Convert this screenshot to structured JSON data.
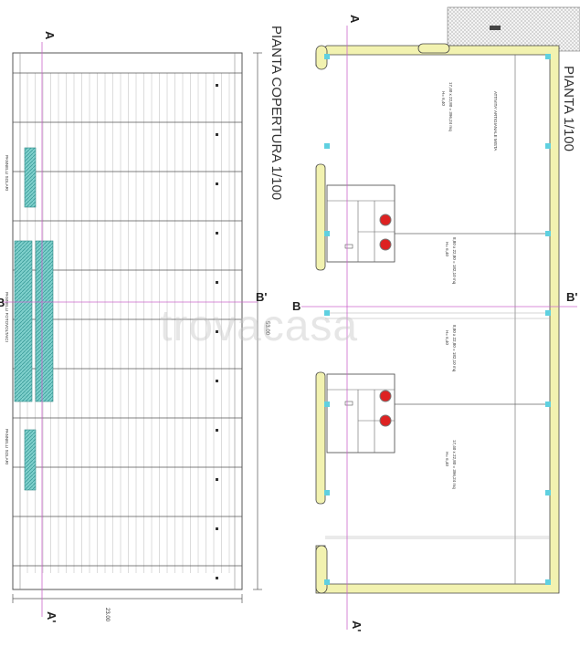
{
  "titles": {
    "roof": "PIANTA COPERTURA  1/100",
    "plan": "PIANTA 1/100"
  },
  "sections": {
    "a_top_left": "A",
    "a_bottom_left": "A'",
    "a_top_right": "A",
    "a_bottom_right": "A'",
    "b_left_roof": "B",
    "b_right_roof": "B'",
    "b_left_plan": "B",
    "b_right_plan": "B'"
  },
  "roof_labels": {
    "solar_top": "PANNELLI SOLARI",
    "photovoltaic": "PANNELLI FOTOVOLTAICI",
    "solar_bottom": "PANNELLI SOLARI",
    "dim_length": "53.00",
    "dim_width": "23.00"
  },
  "plan_labels": {
    "activity": "ATTIVITA' ARTIGIANALE MISTA",
    "area_top": "17,40 x 22,80 = 396,24 mq",
    "h_top": "H= 6,40",
    "area_mid1": "8,80 x 22,80 = 182,10 mq",
    "h_mid1": "H= 6,40",
    "area_mid2": "8,80 x 22,80 = 182,10 mq",
    "h_mid2": "H= 6,40",
    "area_bot": "17,40 x 22,80 = 396,24 mq",
    "h_bot": "H= 6,40"
  },
  "watermark": "trovacasa",
  "colors": {
    "section_line": "#cc66cc",
    "panel_fill": "#6cc7c4",
    "wall_fill": "#f2f2b0",
    "equipment": "#dd2222",
    "column": "#5fd0e0"
  }
}
